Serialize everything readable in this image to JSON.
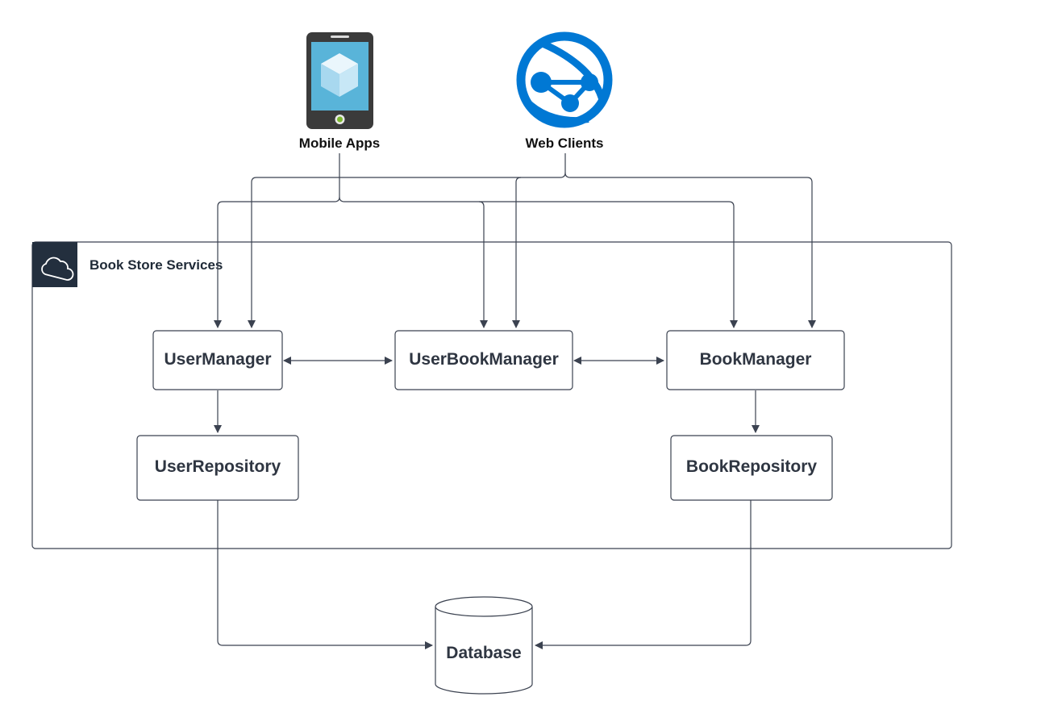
{
  "clients": {
    "mobile": {
      "label": "Mobile Apps",
      "icon": "mobile-phone-icon"
    },
    "web": {
      "label": "Web Clients",
      "icon": "globe-network-icon"
    }
  },
  "group": {
    "label": "Book Store Services",
    "icon": "cloud-icon"
  },
  "nodes": {
    "user_manager": "UserManager",
    "user_book_manager": "UserBookManager",
    "book_manager": "BookManager",
    "user_repository": "UserRepository",
    "book_repository": "BookRepository",
    "database": "Database"
  },
  "colors": {
    "line": "#3b4250",
    "group_header": "#232f3e",
    "phone_body": "#3b3b3b",
    "phone_screen": "#59b4d9",
    "globe": "#0078d4"
  }
}
